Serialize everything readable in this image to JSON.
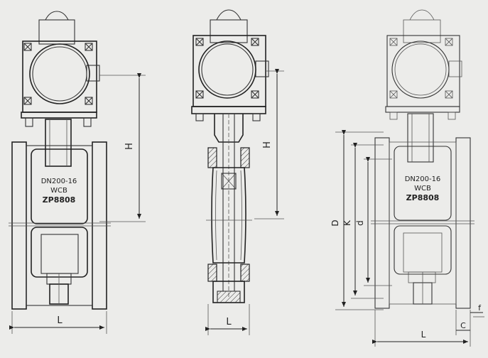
{
  "views": {
    "front": {
      "plate_line1": "DN200-16",
      "plate_line2": "WCB",
      "plate_line3": "ZP8808",
      "dim_H": "H",
      "dim_L": "L"
    },
    "section": {
      "dim_H": "H",
      "dim_L": "L"
    },
    "right": {
      "plate_line1": "DN200-16",
      "plate_line2": "WCB",
      "plate_line3": "ZP8808",
      "dim_D": "D",
      "dim_K": "K",
      "dim_d": "d",
      "dim_L": "L",
      "dim_C": "C",
      "dim_f": "f"
    }
  }
}
